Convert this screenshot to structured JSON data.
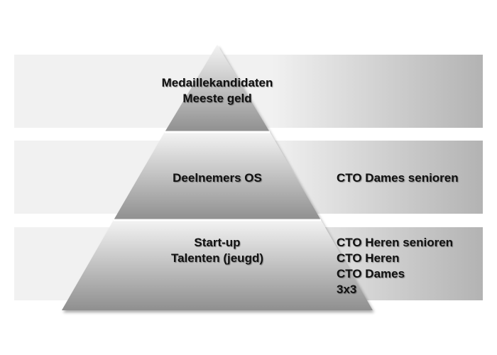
{
  "colors": {
    "band_light": "#f1f1f1",
    "band_dark": "#b3b3b3",
    "pyramid_top": "#f3f3f3",
    "pyramid_bottom": "#8f8f8f",
    "text": "#111111"
  },
  "pyramid": {
    "tiers": [
      {
        "lines": [
          "Medaillekandidaten",
          "Meeste geld"
        ],
        "side_lines": []
      },
      {
        "lines": [
          "Deelnemers OS"
        ],
        "side_lines": [
          "CTO Dames senioren"
        ]
      },
      {
        "lines": [
          "Start-up",
          "Talenten (jeugd)"
        ],
        "side_lines": [
          "CTO Heren senioren",
          "CTO Heren",
          "CTO Dames",
          "3x3"
        ]
      }
    ]
  }
}
